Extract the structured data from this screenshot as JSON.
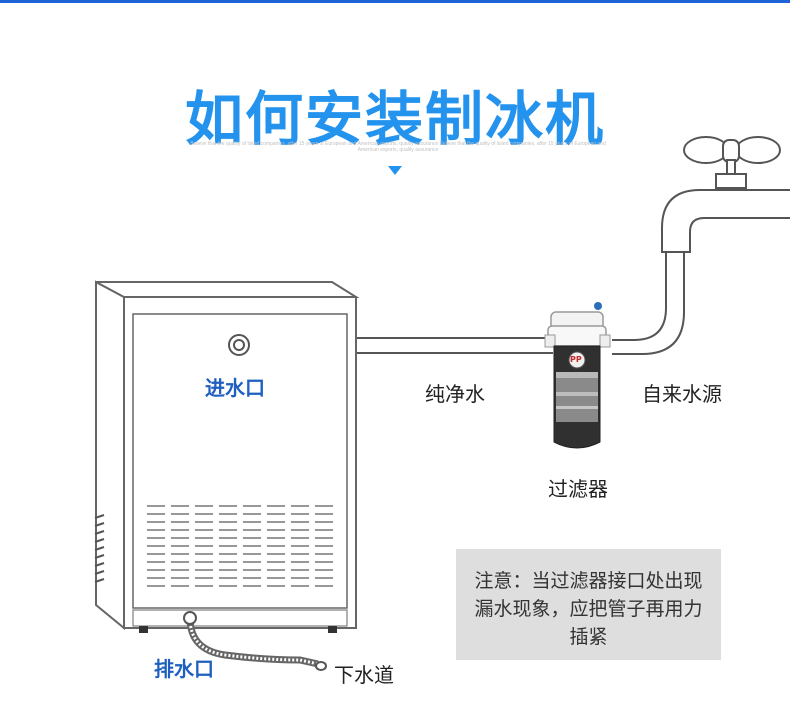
{
  "header": {
    "title": "如何安装制冰机",
    "subtitle": "Believe that the quality of listed companies, after 15 years of European and American exports, quality assurance Believe that the quality of listed companies, after 15 years of European and American exports, quality assurance"
  },
  "diagram": {
    "inlet_label": "进水口",
    "pure_water_label": "纯净水",
    "water_source_label": "自来水源",
    "filter_label": "过滤器",
    "filter_badge": "PP",
    "drain_label": "排水口",
    "sewer_label": "下水道"
  },
  "note": {
    "text": "注意：当过滤器接口处出现漏水现象，应把管子再用力插紧"
  },
  "colors": {
    "accent": "#2493ee",
    "label_blue": "#1f5fbf",
    "note_bg": "#dedede"
  }
}
